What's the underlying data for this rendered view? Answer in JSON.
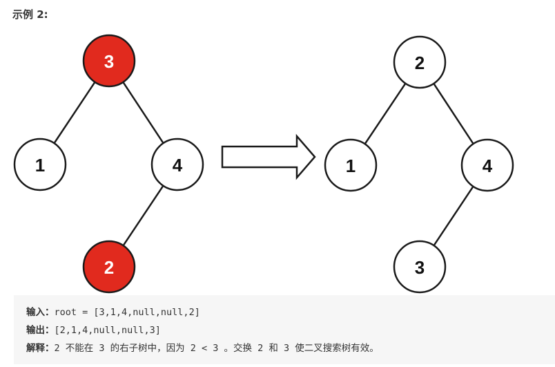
{
  "title": "示例 2:",
  "colors": {
    "highlight": "#e12a1e",
    "node_fill": "#ffffff",
    "stroke": "#1a1a1a",
    "label_dark": "#111111",
    "label_light": "#ffffff",
    "code_bg": "#f6f6f6"
  },
  "trees": {
    "before": {
      "nodes": [
        {
          "id": "b3",
          "label": "3",
          "highlighted": true
        },
        {
          "id": "b1",
          "label": "1",
          "highlighted": false
        },
        {
          "id": "b4",
          "label": "4",
          "highlighted": false
        },
        {
          "id": "b2",
          "label": "2",
          "highlighted": true
        }
      ],
      "edges": [
        [
          "b3",
          "b1"
        ],
        [
          "b3",
          "b4"
        ],
        [
          "b4",
          "b2"
        ]
      ]
    },
    "after": {
      "nodes": [
        {
          "id": "a2",
          "label": "2",
          "highlighted": false
        },
        {
          "id": "a1",
          "label": "1",
          "highlighted": false
        },
        {
          "id": "a4",
          "label": "4",
          "highlighted": false
        },
        {
          "id": "a3",
          "label": "3",
          "highlighted": false
        }
      ],
      "edges": [
        [
          "a2",
          "a1"
        ],
        [
          "a2",
          "a4"
        ],
        [
          "a4",
          "a3"
        ]
      ]
    }
  },
  "code": {
    "input_label": "输入",
    "input_value": "root = [3,1,4,null,null,2]",
    "output_label": "输出",
    "output_value": "[2,1,4,null,null,3]",
    "explain_label": "解释",
    "explain_value": "2 不能在 3 的右子树中，因为 2 < 3 。交换 2 和 3 使二叉搜索树有效。",
    "separator": "："
  }
}
